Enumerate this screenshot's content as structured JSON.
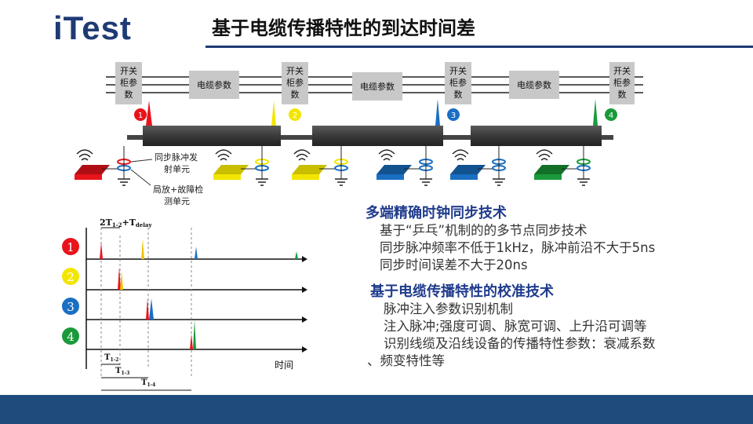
{
  "header": {
    "logo": "iTest",
    "title": "基于电缆传播特性的到达时间差"
  },
  "top_diagram": {
    "switch_label": [
      "开关",
      "柜参",
      "数"
    ],
    "cable_label": "电缆参数",
    "markers": [
      "1",
      "2",
      "3",
      "4"
    ],
    "device_labels": {
      "sync_unit": [
        "同步脉冲发",
        "射单元"
      ],
      "detect_unit": [
        "局放+故障检",
        "测单元"
      ]
    },
    "colors": {
      "red": "#e8141c",
      "yellow": "#f2e600",
      "blue": "#1a6fc2",
      "green": "#1a9a3a"
    }
  },
  "timing_diagram": {
    "row_numbers": [
      "1",
      "2",
      "3",
      "4"
    ],
    "label_top_a": "2T",
    "label_top_a_sub": "1-2",
    "label_top_b": "+T",
    "label_top_b_sub": "delay",
    "bottom_labels": [
      {
        "main": "T",
        "sub": "1-2"
      },
      {
        "main": "T",
        "sub": "1-3"
      },
      {
        "main": "T",
        "sub": "1-4"
      }
    ],
    "axis_label": "时间"
  },
  "section1": {
    "heading": "多端精确时钟同步技术",
    "lines": [
      "基于“乒乓”机制的的多节点同步技术",
      "同步脉冲频率不低于1kHz，脉冲前沿不大于5ns",
      "同步时间误差不大于20ns"
    ]
  },
  "section2": {
    "heading": "基于电缆传播特性的校准技术",
    "lines": [
      "脉冲注入参数识别机制",
      "注入脉冲;强度可调、脉宽可调、上升沿可调等",
      "识别线缆及沿线设备的传播特性参数：衰减系数"
    ],
    "continuation": "、频变特性等"
  }
}
